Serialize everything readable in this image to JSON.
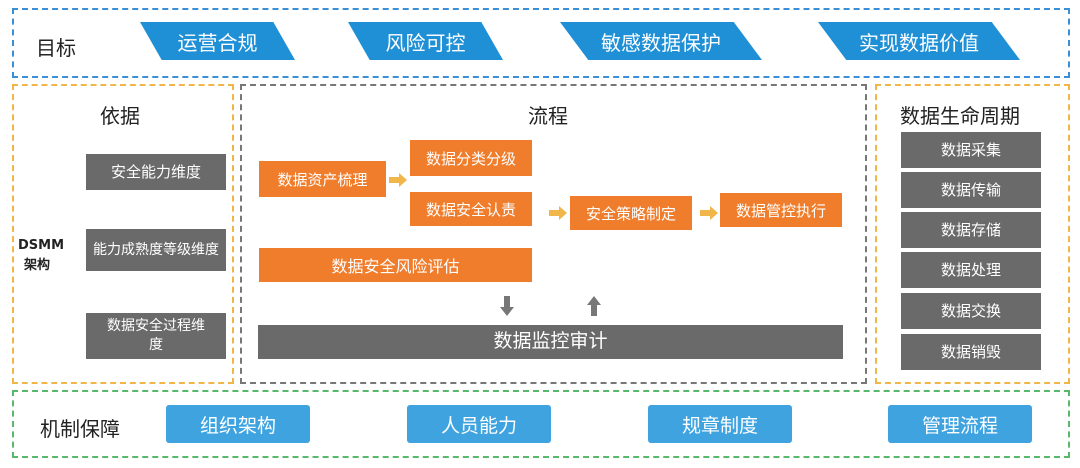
{
  "goals": {
    "label": "目标",
    "items": [
      "运营合规",
      "风险可控",
      "敏感数据保护",
      "实现数据价值"
    ]
  },
  "basis": {
    "title": "依据",
    "side_label_line1": "DSMM",
    "side_label_line2": "架构",
    "dimensions": [
      "安全能力维度",
      "能力成熟度等级维度",
      "数据安全过程维度"
    ]
  },
  "process": {
    "title": "流程",
    "asset_sorting": "数据资产梳理",
    "classification": "数据分类分级",
    "responsibility": "数据安全认责",
    "policy": "安全策略制定",
    "control": "数据管控执行",
    "risk_assessment": "数据安全风险评估",
    "monitoring": "数据监控审计"
  },
  "lifecycle": {
    "title": "数据生命周期",
    "stages": [
      "数据采集",
      "数据传输",
      "数据存储",
      "数据处理",
      "数据交换",
      "数据销毁"
    ]
  },
  "mechanism": {
    "label": "机制保障",
    "items": [
      "组织架构",
      "人员能力",
      "规章制度",
      "管理流程"
    ]
  },
  "colors": {
    "goal": "#1f8fd6",
    "process": "#f07d2c",
    "gray": "#6a6a6a",
    "mechanism": "#3fa3e0"
  }
}
